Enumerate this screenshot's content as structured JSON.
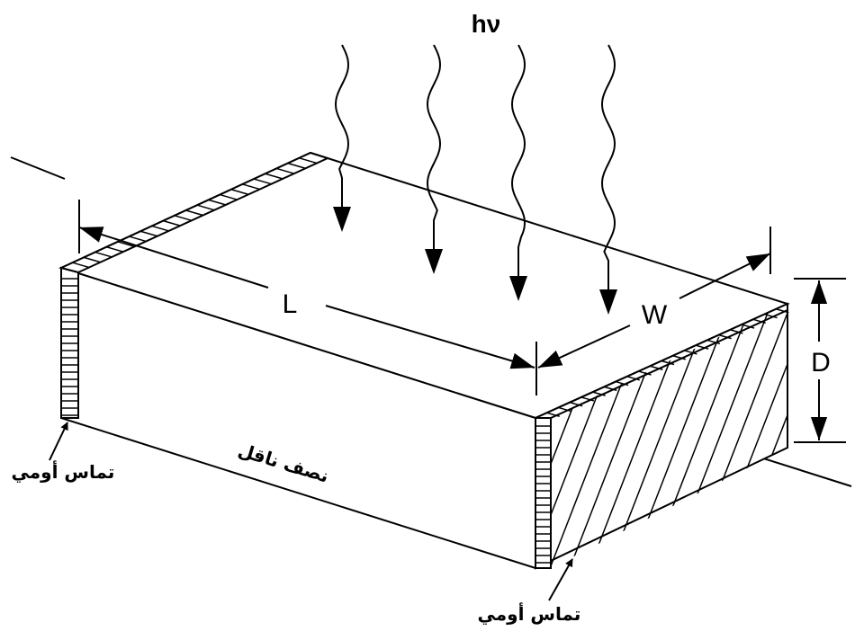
{
  "labels": {
    "photon": "hν",
    "length": "L",
    "width": "W",
    "depth": "D",
    "semiconductor": "نصف ناقل",
    "contact_left": "تماس أومي",
    "contact_right": "تماس أومي"
  },
  "colors": {
    "stroke": "#000000",
    "background": "#ffffff"
  }
}
